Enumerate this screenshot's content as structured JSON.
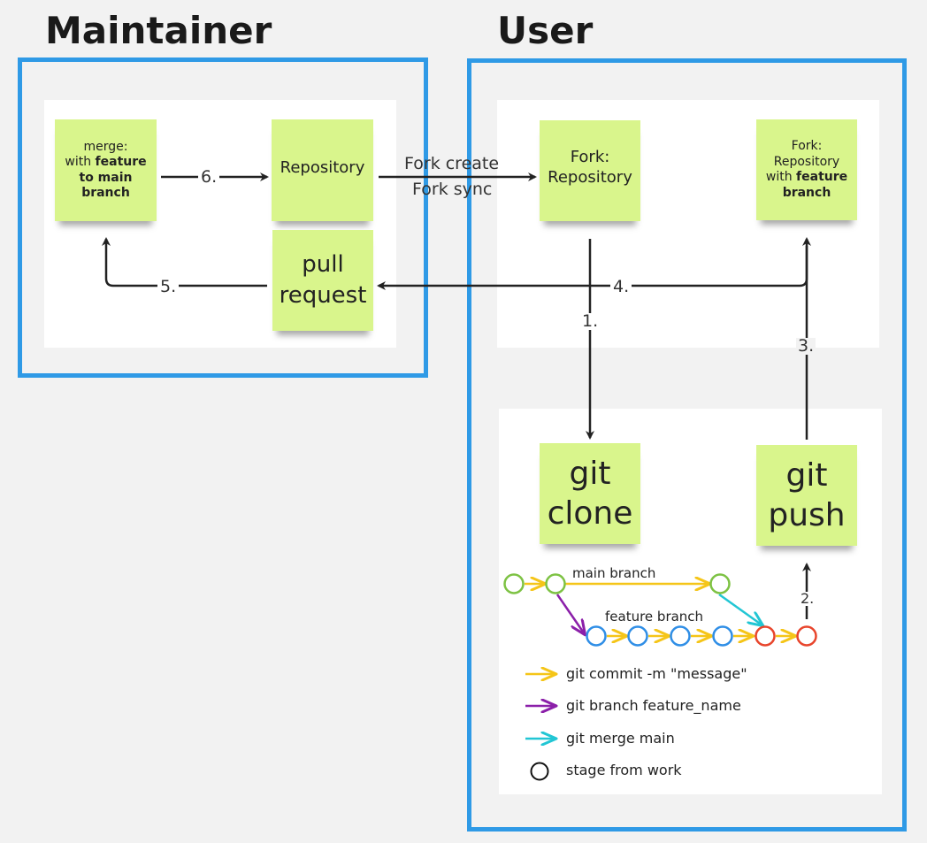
{
  "headings": {
    "maintainer": "Maintainer",
    "user": "User"
  },
  "notes": {
    "merge": {
      "line1": "merge:",
      "line2_plain": "with ",
      "line2_bold": "feature",
      "line3": "to main",
      "line4": "branch"
    },
    "repository": "Repository",
    "pull_request": {
      "line1": "pull",
      "line2": "request"
    },
    "fork_repository": {
      "line1": "Fork:",
      "line2": "Repository"
    },
    "fork_feature": {
      "line1": "Fork:",
      "line2": "Repository",
      "line3_plain": "with ",
      "line3_bold": "feature",
      "line4": "branch"
    },
    "git_clone": {
      "line1": "git",
      "line2": "clone"
    },
    "git_push": {
      "line1": "git",
      "line2": "push"
    }
  },
  "edges": {
    "fork_create": "Fork create",
    "fork_sync": "Fork sync",
    "step1": "1.",
    "step2": "2.",
    "step3": "3.",
    "step4": "4.",
    "step5": "5.",
    "step6": "6."
  },
  "branch_diagram": {
    "main_branch": "main branch",
    "feature_branch": "feature branch"
  },
  "legend": {
    "commit": "git commit -m \"message\"",
    "branch": "git branch feature_name",
    "merge": "git merge main",
    "stage": "stage from work"
  },
  "colors": {
    "frame": "#2f9ae6",
    "note": "#d9f58c",
    "commit_arrow": "#f5c518",
    "branch_arrow": "#8b1fa9",
    "merge_arrow": "#22c6d4",
    "main_node": "#7dc243",
    "feature_node": "#2f8ee6",
    "work_node": "#e8452c"
  }
}
